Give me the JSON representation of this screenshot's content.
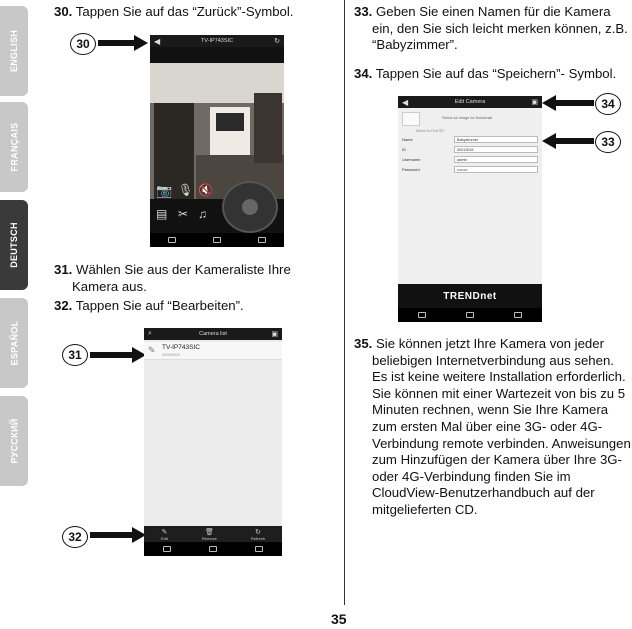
{
  "side_tabs": [
    "ENGLISH",
    "FRANÇAIS",
    "DEUTSCH",
    "ESPAÑOL",
    "РУССКИЙ"
  ],
  "steps": {
    "s30": {
      "num": "30.",
      "text": "Tappen Sie auf das “Zurück”-Symbol."
    },
    "s31": {
      "num": "31.",
      "text": "Wählen Sie aus der Kameraliste Ihre Kamera aus."
    },
    "s32": {
      "num": "32.",
      "text": "Tappen Sie auf “Bearbeiten”."
    },
    "s33": {
      "num": "33.",
      "text": "Geben Sie einen Namen für die Kamera ein, den Sie sich leicht merken können, z.B. “Babyzimmer”."
    },
    "s34": {
      "num": "34.",
      "text": "Tappen Sie auf das “Speichern”- Symbol."
    },
    "s35": {
      "num": "35.",
      "text": "Sie können jetzt Ihre Kamera von jeder beliebigen Internetverbindung aus sehen. Es ist keine weitere Installation erforderlich. Sie können mit einer Wartezeit von bis zu 5 Minuten rechnen, wenn Sie Ihre Kamera zum ersten Mal über eine 3G- oder 4G-Verbindung remote verbinden. Anweisungen zum Hinzufügen der Kamera über Ihre 3G- oder 4G-Verbindung finden Sie im CloudView-Benutzerhandbuch auf der mitgelieferten CD."
    }
  },
  "callouts": {
    "c30": "30",
    "c31": "31",
    "c32": "32",
    "c33": "33",
    "c34": "34"
  },
  "screen_live": {
    "title": "TV-IP743SIC"
  },
  "screen_list": {
    "title": "Camera list",
    "camera_name": "TV-IP743SIC",
    "camera_sub": "00000000",
    "bottom": [
      "Edit",
      "Remove",
      "Refresh"
    ]
  },
  "screen_edit": {
    "title": "Edit Camera",
    "thumb_hint": "Select an image for thumbnail",
    "section": "Where to Find ID?",
    "fields": [
      {
        "label": "Name",
        "value": "Babyzimmer"
      },
      {
        "label": "ID",
        "value": "00013031"
      },
      {
        "label": "Username",
        "value": "admin"
      },
      {
        "label": "Password",
        "value": "••••••••"
      }
    ],
    "brand": "TRENDnet"
  },
  "page_number": "35",
  "colors": {
    "active_tab": "#3a3a3a",
    "inactive_tab": "#c8c8c8"
  }
}
